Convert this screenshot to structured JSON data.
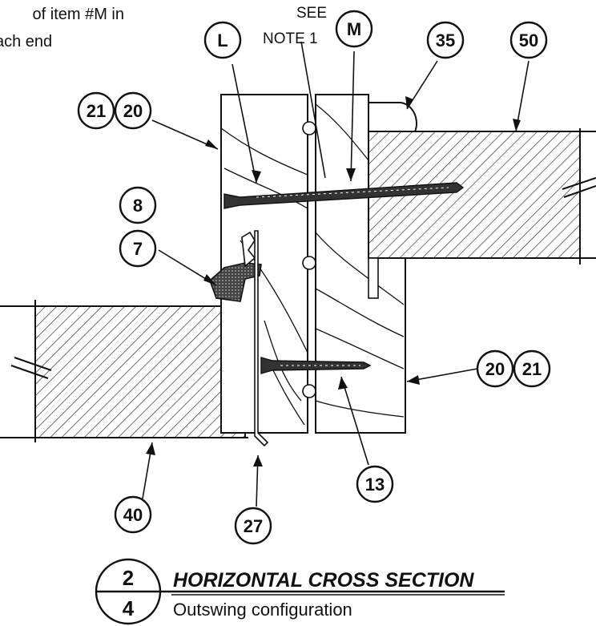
{
  "note_fragment": {
    "line1": "of item #M in",
    "line2": "ach end"
  },
  "see_note": {
    "line1": "SEE",
    "line2": "NOTE 1"
  },
  "callouts": {
    "L": "L",
    "M": "M",
    "c35": "35",
    "c50": "50",
    "c21_top": "21",
    "c20_top": "20",
    "c8": "8",
    "c7": "7",
    "c20_right": "20",
    "c21_right": "21",
    "c13": "13",
    "c40": "40",
    "c27": "27"
  },
  "title_block": {
    "detail_number": "2",
    "sheet_number": "4",
    "title": "HORIZONTAL CROSS SECTION",
    "subtitle": "Outswing configuration"
  }
}
